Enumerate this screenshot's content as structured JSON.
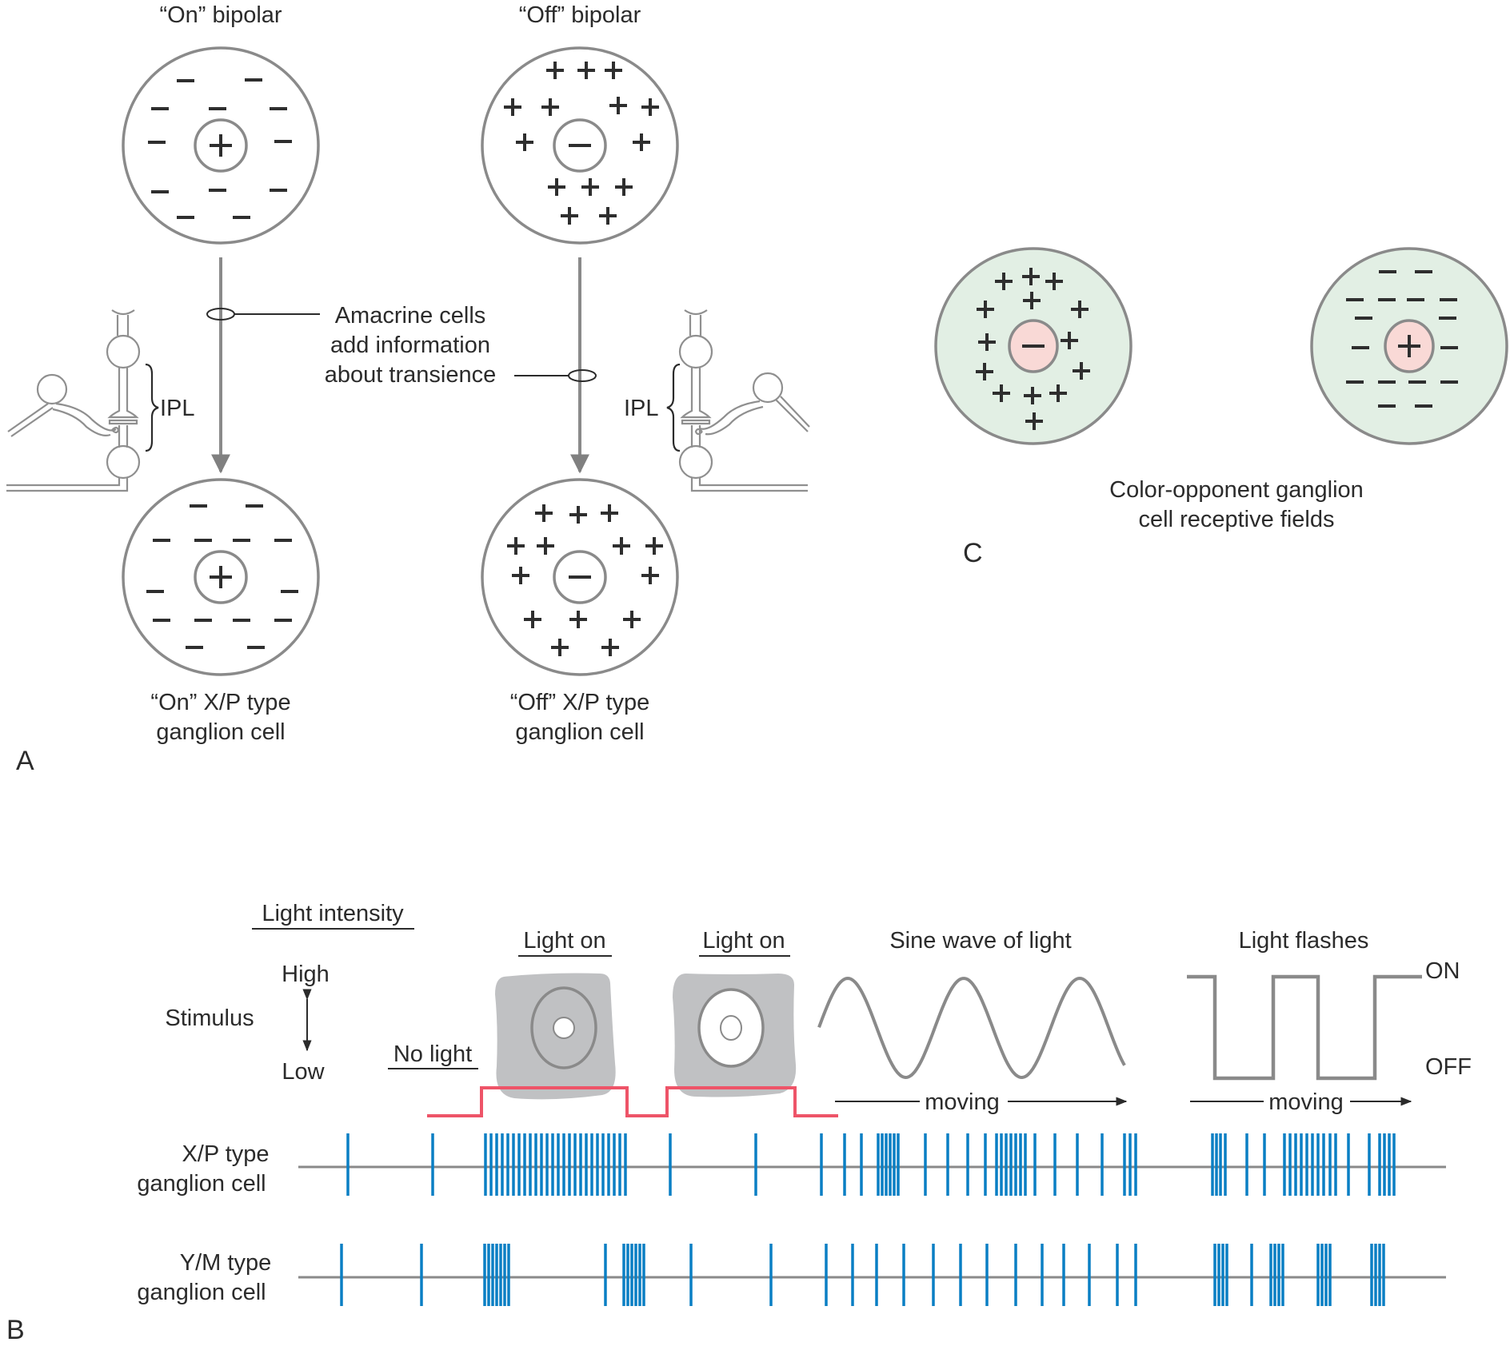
{
  "panel_a": {
    "letter": "A",
    "on_bipolar": {
      "title": "“On” bipolar",
      "center_sign": "+",
      "surround_sign": "−"
    },
    "off_bipolar": {
      "title": "“Off” bipolar",
      "center_sign": "−",
      "surround_sign": "+"
    },
    "on_ganglion": {
      "title_line1": "“On” X/P type",
      "title_line2": "ganglion cell",
      "center_sign": "+",
      "surround_sign": "−"
    },
    "off_ganglion": {
      "title_line1": "“Off” X/P type",
      "title_line2": "ganglion cell",
      "center_sign": "−",
      "surround_sign": "+"
    },
    "amacrine_note": [
      "Amacrine cells",
      "add information",
      "about transience"
    ],
    "ipl_label_left": "IPL",
    "ipl_label_right": "IPL"
  },
  "panel_c": {
    "letter": "C",
    "left_field": {
      "center_sign": "−",
      "surround_sign": "+"
    },
    "right_field": {
      "center_sign": "+",
      "surround_sign": "−"
    },
    "caption": [
      "Color-opponent ganglion",
      "cell receptive fields"
    ],
    "colors": {
      "surround_fill": "#e2efe4",
      "center_fill": "#f9d9d6",
      "outline": "#8a8a8a"
    }
  },
  "panel_b": {
    "letter": "B",
    "light_intensity_heading": "Light intensity",
    "stimulus_label": "Stimulus",
    "high_label": "High",
    "low_label": "Low",
    "no_light_label": "No light",
    "light_on_label_1": "Light on",
    "light_on_label_2": "Light on",
    "sine_label": "Sine wave of light",
    "flashes_label": "Light flashes",
    "on_label": "ON",
    "off_label": "OFF",
    "moving_label_1": "moving",
    "moving_label_2": "moving",
    "xp_label": [
      "X/P type",
      "ganglion cell"
    ],
    "ym_label": [
      "Y/M type",
      "ganglion cell"
    ],
    "colors": {
      "spike": "#0a7fc4",
      "baseline": "#8a8a8a",
      "stimulus_trace": "#ee5468",
      "wave": "#8a8a8a"
    },
    "xp_spikes_x": [
      435,
      541,
      607,
      614,
      621,
      628,
      635,
      642,
      649,
      656,
      663,
      670,
      677,
      684,
      691,
      698,
      705,
      712,
      719,
      726,
      733,
      740,
      747,
      754,
      761,
      768,
      775,
      782,
      838,
      945,
      1027,
      1056,
      1077,
      1098,
      1103,
      1108,
      1113,
      1118,
      1123,
      1157,
      1185,
      1210,
      1232,
      1246,
      1252,
      1258,
      1264,
      1270,
      1276,
      1282,
      1294,
      1319,
      1347,
      1378,
      1406,
      1413,
      1420,
      1516,
      1521,
      1526,
      1532,
      1559,
      1581,
      1606,
      1613,
      1620,
      1627,
      1634,
      1641,
      1648,
      1655,
      1663,
      1670,
      1686,
      1712,
      1725,
      1731,
      1737,
      1743
    ],
    "ym_spikes_x": [
      427,
      527,
      606,
      611,
      616,
      621,
      626,
      631,
      636,
      757,
      780,
      785,
      790,
      795,
      800,
      805,
      864,
      964,
      1033,
      1066,
      1096,
      1130,
      1167,
      1201,
      1234,
      1270,
      1303,
      1330,
      1362,
      1397,
      1420,
      1519,
      1524,
      1529,
      1534,
      1565,
      1589,
      1594,
      1599,
      1604,
      1648,
      1653,
      1658,
      1663,
      1715,
      1720,
      1725,
      1730
    ]
  }
}
